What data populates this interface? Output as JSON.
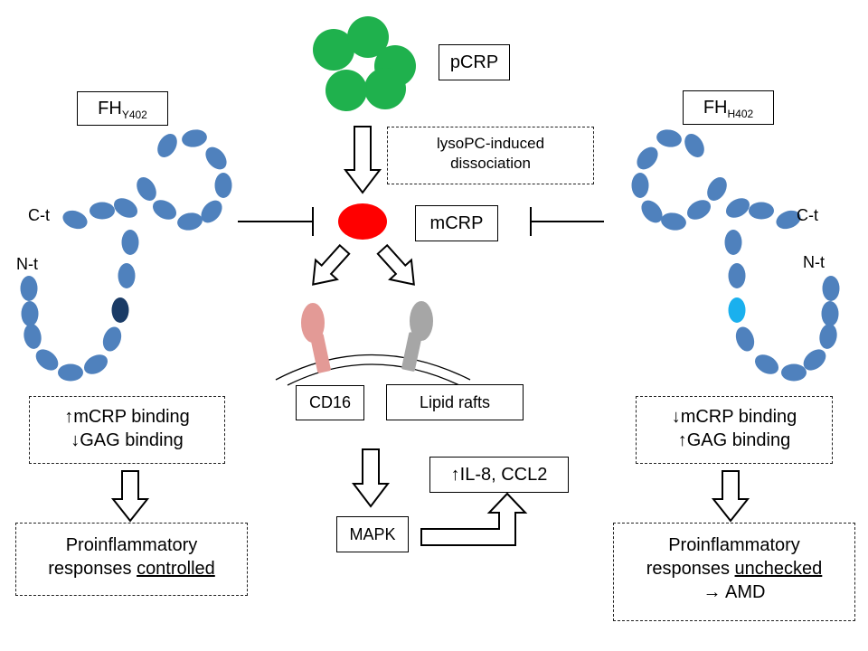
{
  "left_protein": {
    "name_main": "FH",
    "name_sub": "Y402",
    "c_term": "C-t",
    "n_term": "N-t",
    "highlight_color": "#1a3b66",
    "binding_line1": "↑mCRP binding",
    "binding_line2": "↓GAG binding",
    "outcome_line1": "Proinflammatory",
    "outcome_line2_prefix": "responses ",
    "outcome_line2_emph": "controlled"
  },
  "right_protein": {
    "name_main": "FH",
    "name_sub": "H402",
    "c_term": "C-t",
    "n_term": "N-t",
    "highlight_color": "#1ab0ee",
    "binding_line1": "↓mCRP binding",
    "binding_line2": "↑GAG binding",
    "outcome_line1": "Proinflammatory",
    "outcome_line2_prefix": "responses ",
    "outcome_line2_emph": "unchecked",
    "outcome_line3": "→ AMD"
  },
  "center": {
    "pcrp": "pCRP",
    "dissociation_line1": "lysoPC-induced",
    "dissociation_line2": "dissociation",
    "mcrp": "mCRP",
    "cd16": "CD16",
    "lipid_rafts": "Lipid rafts",
    "mapk": "MAPK",
    "cytokines": "↑IL-8, CCL2"
  },
  "colors": {
    "domain": "#4f81bd",
    "pcrp": "#1fb14d",
    "mcrp": "#ff0000",
    "cd16_receptor": "#e39a96",
    "raft_receptor": "#a6a6a6"
  }
}
